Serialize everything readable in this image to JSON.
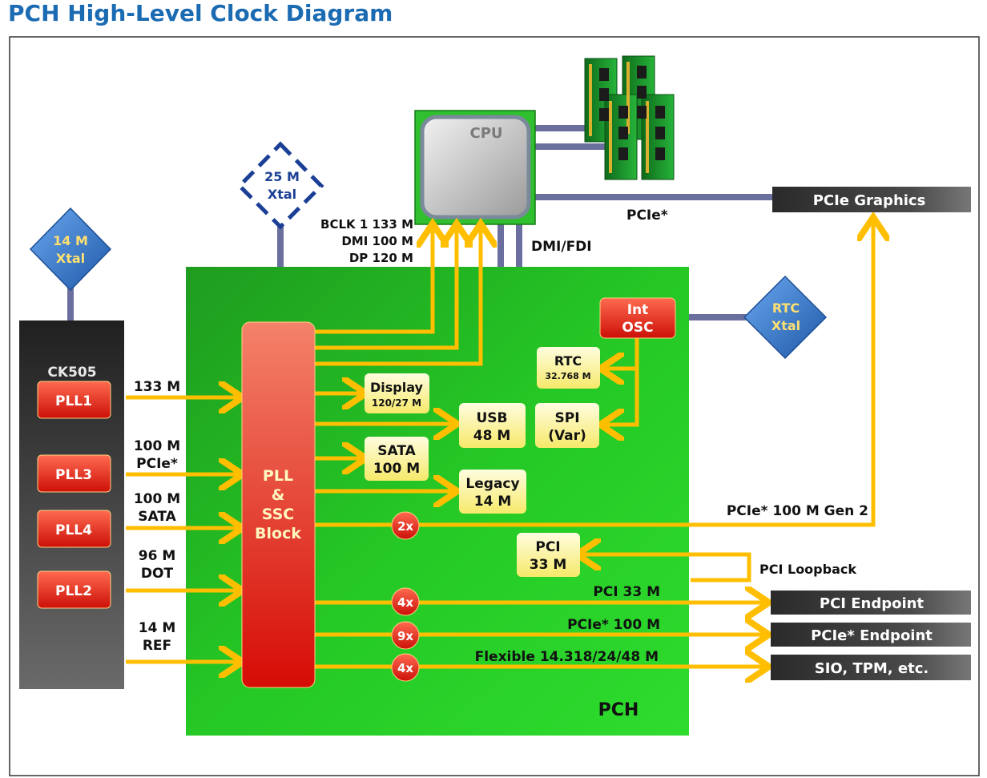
{
  "title": "PCH High-Level Clock Diagram",
  "colors": {
    "title": "#1b6bb3",
    "pch_green": "#22cc22",
    "arrow": "#ffbf00",
    "red": "#e01a10",
    "dark": "#2a2a2a",
    "connector": "#6b6f9e",
    "yellow_box": "#fff7a8",
    "xtal_blue": "#2f6fbf"
  },
  "xtals": {
    "x14": {
      "line1": "14 M",
      "line2": "Xtal"
    },
    "x25": {
      "line1": "25 M",
      "line2": "Xtal"
    },
    "rtc": {
      "line1": "RTC",
      "line2": "Xtal"
    }
  },
  "ck505": {
    "label": "CK505",
    "plls": [
      "PLL1",
      "PLL3",
      "PLL4",
      "PLL2"
    ]
  },
  "inputs": [
    {
      "line1": "133 M",
      "line2": ""
    },
    {
      "line1": "100 M",
      "line2": "PCIe*"
    },
    {
      "line1": "100 M",
      "line2": "SATA"
    },
    {
      "line1": "96 M",
      "line2": "DOT"
    },
    {
      "line1": "14 M",
      "line2": "REF"
    }
  ],
  "pll_block": {
    "line1": "PLL",
    "line2": "&",
    "line3": "SSC",
    "line4": "Block"
  },
  "pch_label": "PCH",
  "cpu_label": "CPU",
  "cpu_clocks": [
    "BCLK 1 133 M",
    "DMI 100 M",
    "DP 120 M"
  ],
  "dmi_fdi": "DMI/FDI",
  "pcie_label": "PCIe*",
  "pcie_graphics": "PCIe Graphics",
  "int_osc": {
    "line1": "Int",
    "line2": "OSC"
  },
  "blocks": {
    "rtc": {
      "line1": "RTC",
      "line2": "32.768 M"
    },
    "display": {
      "line1": "Display",
      "line2": "120/27 M"
    },
    "usb": {
      "line1": "USB",
      "line2": "48 M"
    },
    "spi": {
      "line1": "SPI",
      "line2": "(Var)"
    },
    "sata": {
      "line1": "SATA",
      "line2": "100 M"
    },
    "legacy": {
      "line1": "Legacy",
      "line2": "14 M"
    },
    "pci": {
      "line1": "PCI",
      "line2": "33 M"
    }
  },
  "multipliers": [
    "2x",
    "4x",
    "9x",
    "4x"
  ],
  "outputs": {
    "gen2": "PCIe* 100 M Gen 2",
    "pci_loopback": "PCI Loopback",
    "pci33": "PCI 33 M",
    "pcie100": "PCIe* 100 M",
    "flexible": "Flexible 14.318/24/48 M"
  },
  "endpoints": [
    "PCI Endpoint",
    "PCIe* Endpoint",
    "SIO, TPM, etc."
  ]
}
